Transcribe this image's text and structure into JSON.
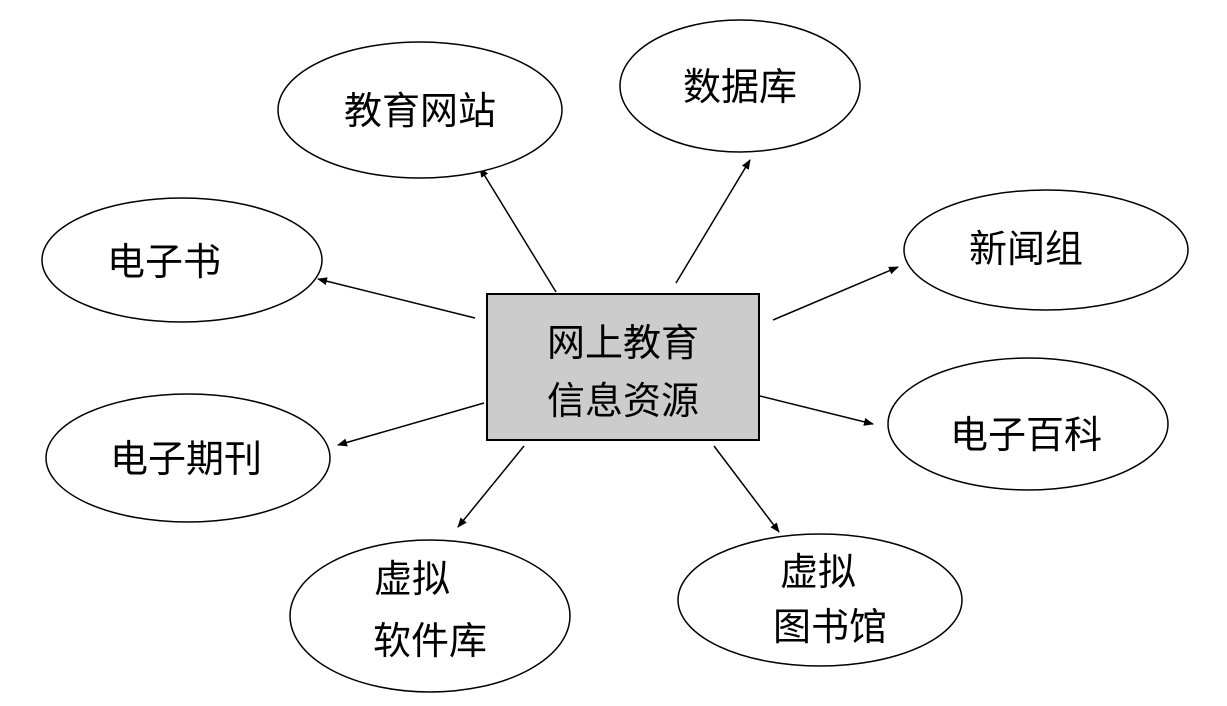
{
  "center": {
    "lines": [
      "网上教育",
      "信息资源"
    ],
    "fill": "#cccccc"
  },
  "nodes": [
    {
      "id": "jiaoyu-wangzhan",
      "lines": [
        "教育网站"
      ]
    },
    {
      "id": "shujuku",
      "lines": [
        "数据库"
      ]
    },
    {
      "id": "dianzishu",
      "lines": [
        "电子书"
      ]
    },
    {
      "id": "xinwenzu",
      "lines": [
        "新闻组"
      ]
    },
    {
      "id": "dianzi-qikan",
      "lines": [
        "电子期刊"
      ]
    },
    {
      "id": "dianzi-baike",
      "lines": [
        "电子百科"
      ]
    },
    {
      "id": "xuni-ruanjianku",
      "lines": [
        "虚拟",
        "软件库"
      ]
    },
    {
      "id": "xuni-tushuguan",
      "lines": [
        "虚拟",
        "图书馆"
      ]
    }
  ]
}
